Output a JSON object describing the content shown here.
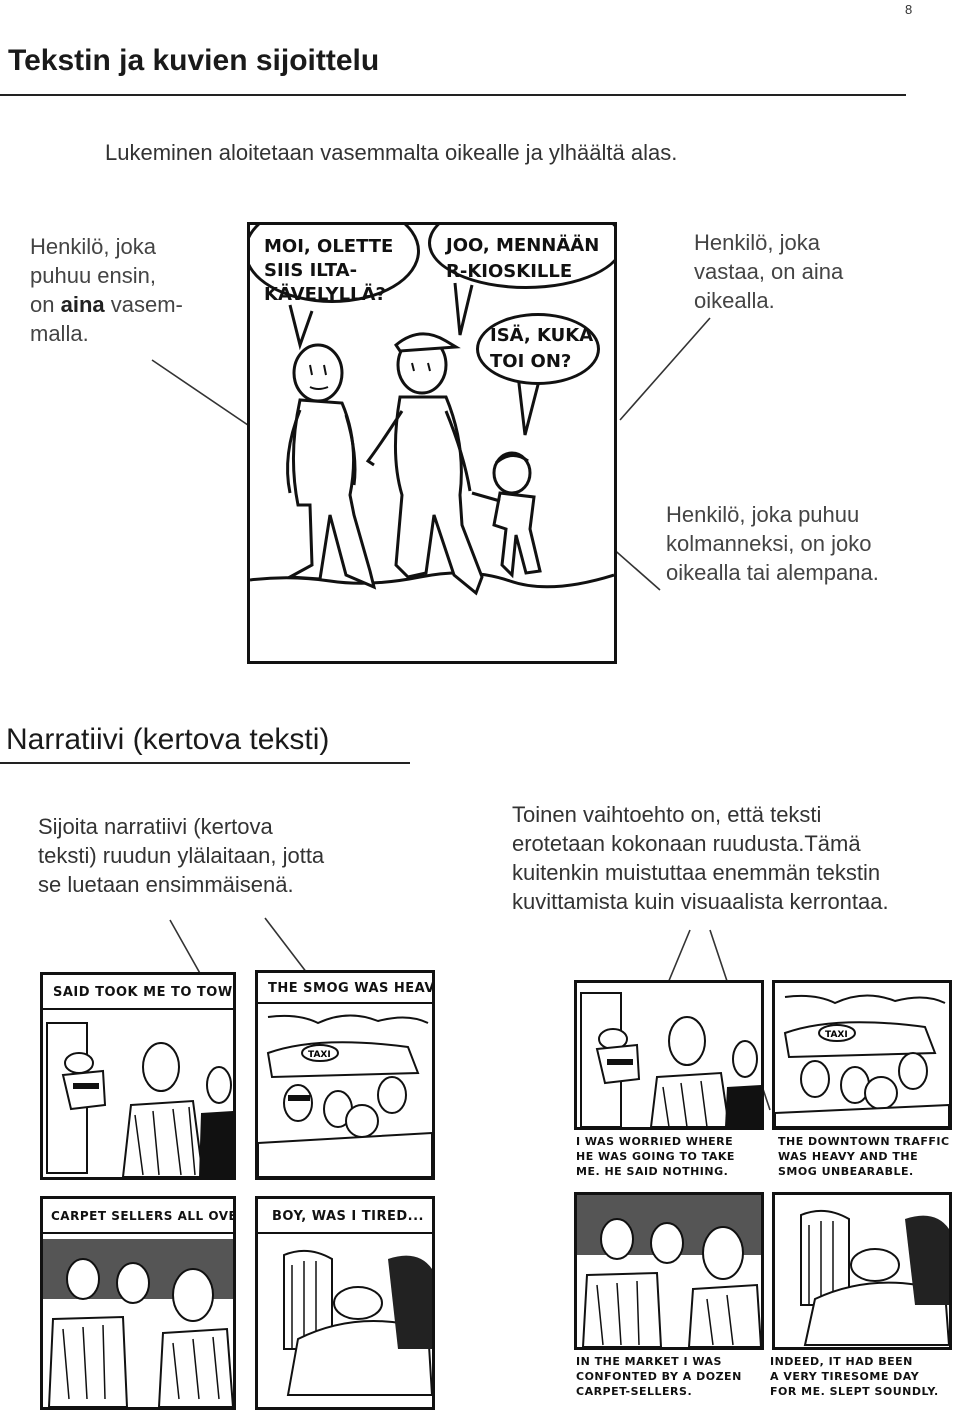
{
  "page_number": "8",
  "section1": {
    "title": "Tekstin ja kuvien sijoittelu",
    "lead": "Lukeminen aloitetaan vasemmalta oikealle ja ylhäältä alas.",
    "note_left": {
      "line1": "Henkilö, joka",
      "line2": "puhuu ensin,",
      "line3_pre": "on ",
      "line3_bold": "aina",
      "line3_post": " vasem-",
      "line4": "malla."
    },
    "note_right": [
      "Henkilö, joka",
      "vastaa, on aina",
      "oikealla."
    ],
    "note_third": [
      "Henkilö, joka puhuu",
      "kolmanneksi, on joko",
      "oikealla tai alempana."
    ],
    "comic": {
      "bubble1": [
        "MOI, OLETTE",
        "SIIS ILTA-",
        "KÄVELYLLÄ?"
      ],
      "bubble2": [
        "JOO, MENNÄÄN",
        "R-KIOSKILLE"
      ],
      "bubble3": [
        "ISÄ, KUKA",
        "TOI ON?"
      ]
    }
  },
  "section2": {
    "title": "Narratiivi (kertova teksti)",
    "para_left": [
      "Sijoita narratiivi (kertova",
      "teksti) ruudun ylälaitaan, jotta",
      "se luetaan ensimmäisenä."
    ],
    "para_right": [
      "Toinen vaihtoehto on, että teksti",
      "erotetaan kokonaan ruudusta.Tämä",
      "kuitenkin muistuttaa enemmän tekstin",
      "kuvittamista kuin visuaalista kerrontaa."
    ],
    "left_panels": {
      "p1": "SAID TOOK ME TO TOWN",
      "p2": "THE SMOG WAS HEAVY",
      "p3": "CARPET SELLERS ALL OVER",
      "p4": "BOY, WAS I TIRED..."
    },
    "right_panels": {
      "p1": [
        "I WAS WORRIED WHERE",
        "HE WAS GOING TO TAKE",
        "ME. HE SAID NOTHING."
      ],
      "p2": [
        "THE DOWNTOWN TRAFFIC",
        "WAS HEAVY AND THE",
        "SMOG UNBEARABLE."
      ],
      "p3": [
        "IN THE MARKET I WAS",
        "CONFONTED BY A DOZEN",
        "CARPET-SELLERS."
      ],
      "p4": [
        "INDEED, IT HAD BEEN",
        "A VERY TIRESOME DAY",
        "FOR ME. SLEPT SOUNDLY."
      ]
    },
    "taxi_sign": "TAXI"
  }
}
